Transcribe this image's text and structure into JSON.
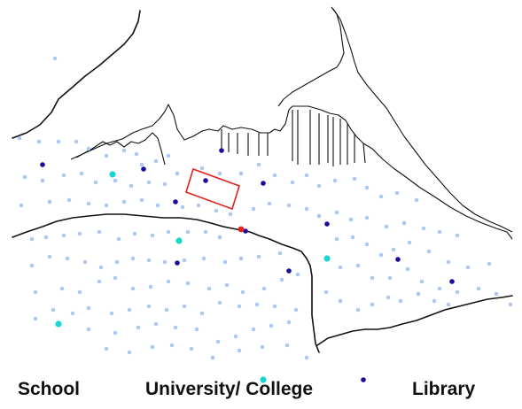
{
  "colors": {
    "school": "#aec8f2",
    "university": "#19d6d0",
    "library": "#1a0a9e",
    "highlight_point": "#e8201a",
    "study_area": "#e3201c"
  },
  "legend": {
    "school_label": "School",
    "university_label": "University/ College",
    "library_label": "Library"
  }
}
